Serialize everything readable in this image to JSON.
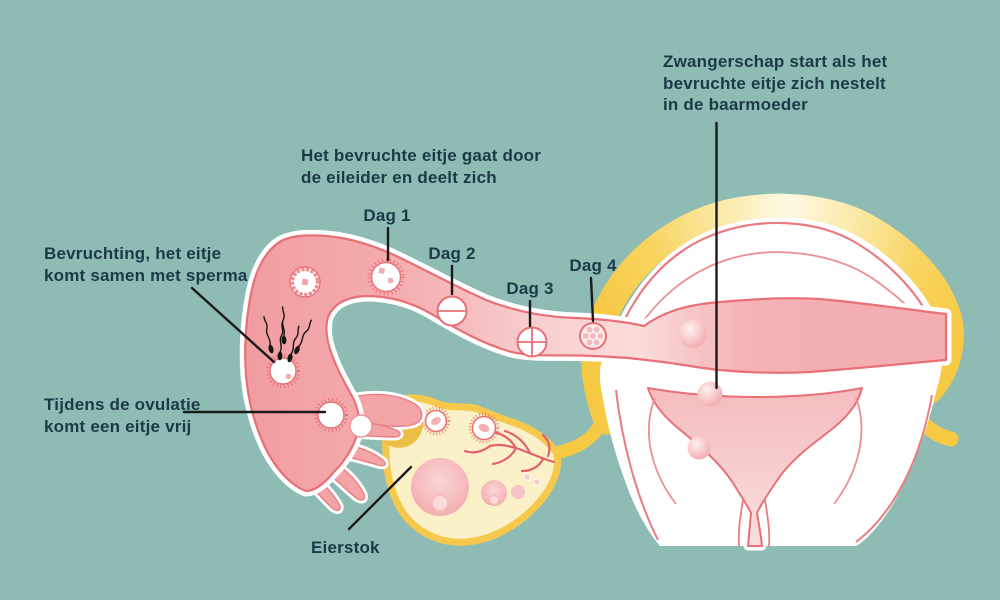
{
  "colors": {
    "background": "#8EBCB5",
    "text": "#1C3A46",
    "leader_line": "#1A1A1A",
    "tube_pink_dark": "#F19DA1",
    "tube_pink_light": "#FBDCDB",
    "endometrium_pink": "#F3AEB2",
    "outline_coral": "#E87076",
    "serosa_yellow": "#F6C945",
    "serosa_yellow_light": "#FEF9E6",
    "ovary_cream": "#FBF1C9",
    "ovary_border": "#F6C94C",
    "cavity_pink": "#F5BBBD",
    "white": "#FFFFFF"
  },
  "labels": {
    "journey": {
      "line1": "Het bevruchte eitje gaat door",
      "line2": "de eileider en deelt zich"
    },
    "pregnancy": {
      "line1": "Zwangerschap start als het",
      "line2": "bevruchte eitje zich nestelt",
      "line3": "in de baarmoeder"
    },
    "fertilization": {
      "line1": "Bevruchting, het eitje",
      "line2": "komt samen met sperma"
    },
    "ovulation": {
      "line1": "Tijdens de ovulatie",
      "line2": "komt een eitje vrij"
    },
    "ovary": {
      "text": "Eierstok"
    }
  },
  "days": [
    {
      "label": "Dag 1"
    },
    {
      "label": "Dag 2"
    },
    {
      "label": "Dag 3"
    },
    {
      "label": "Dag 4"
    }
  ]
}
